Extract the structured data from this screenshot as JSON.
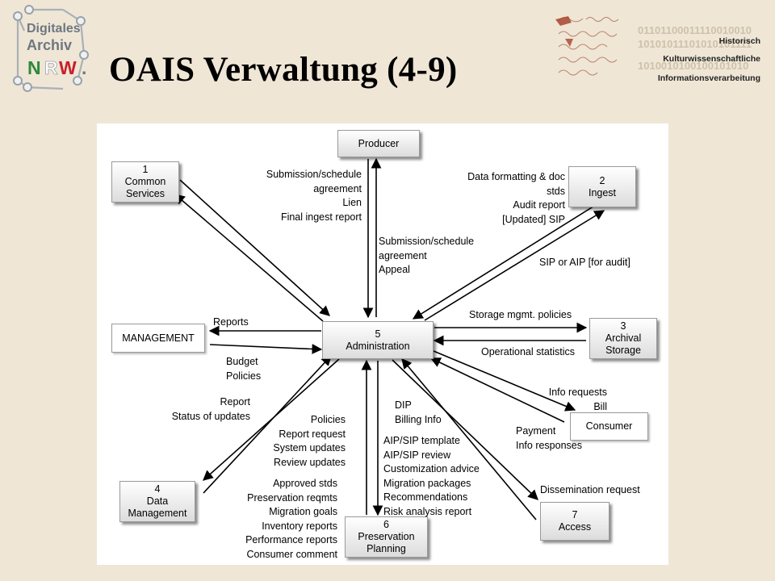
{
  "title": "OAIS Verwaltung (4-9)",
  "logo_left": {
    "line1": "Digitales",
    "line2": "Archiv",
    "line3_n": "N",
    "line3_r": "R",
    "line3_w": "W",
    "dot": "."
  },
  "logo_right": {
    "binary": [
      "01101100011110010010",
      "10101011101010101111",
      "1010010100100101010"
    ],
    "line1": "Historisch",
    "line2": "Kulturwissenschaftliche",
    "line3": "Informationsverarbeitung"
  },
  "boxes": {
    "producer": {
      "lines": [
        "Producer"
      ]
    },
    "common_services": {
      "lines": [
        "1",
        "Common",
        "Services"
      ]
    },
    "ingest": {
      "lines": [
        "2",
        "Ingest"
      ]
    },
    "management": {
      "lines": [
        "MANAGEMENT"
      ]
    },
    "administration": {
      "lines": [
        "5",
        "Administration"
      ]
    },
    "archival_storage": {
      "lines": [
        "3",
        "Archival",
        "Storage"
      ]
    },
    "consumer": {
      "lines": [
        "Consumer"
      ]
    },
    "data_management": {
      "lines": [
        "4",
        "Data",
        "Management"
      ]
    },
    "preservation_planning": {
      "lines": [
        "6",
        "Preservation",
        "Planning"
      ]
    },
    "access": {
      "lines": [
        "7",
        "Access"
      ]
    }
  },
  "labels": {
    "common_services_flow": [
      "Submission/schedule",
      "agreement",
      "Lien",
      "Final ingest report"
    ],
    "producer_flow": [
      "Submission/schedule",
      "agreement",
      "Appeal"
    ],
    "ingest_to_admin": [
      "Data formatting & doc",
      "stds",
      "Audit report",
      "[Updated] SIP"
    ],
    "admin_to_ingest": [
      "SIP or AIP [for audit]"
    ],
    "reports": [
      "Reports"
    ],
    "budget": [
      "Budget",
      "Policies"
    ],
    "storage_policies": [
      "Storage mgmt. policies"
    ],
    "operational_statistics": [
      "Operational statistics"
    ],
    "info_requests": [
      "Info requests",
      "Bill"
    ],
    "payment": [
      "Payment",
      "Info responses"
    ],
    "data_mgmt_report": [
      "Report",
      "Status of updates"
    ],
    "data_mgmt_policies": [
      "Policies",
      "Report request",
      "System updates",
      "Review updates"
    ],
    "dip": [
      "DIP",
      "Billing Info"
    ],
    "aip_templates": [
      "AIP/SIP template",
      "AIP/SIP review",
      "Customization advice",
      "Migration packages",
      "Recommendations",
      "Risk analysis report"
    ],
    "approved": [
      "Approved stds",
      "Preservation reqmts",
      "Migration goals",
      "Inventory reports",
      "Performance reports",
      "Consumer comment"
    ],
    "dissemination": [
      "Dissemination request"
    ]
  }
}
